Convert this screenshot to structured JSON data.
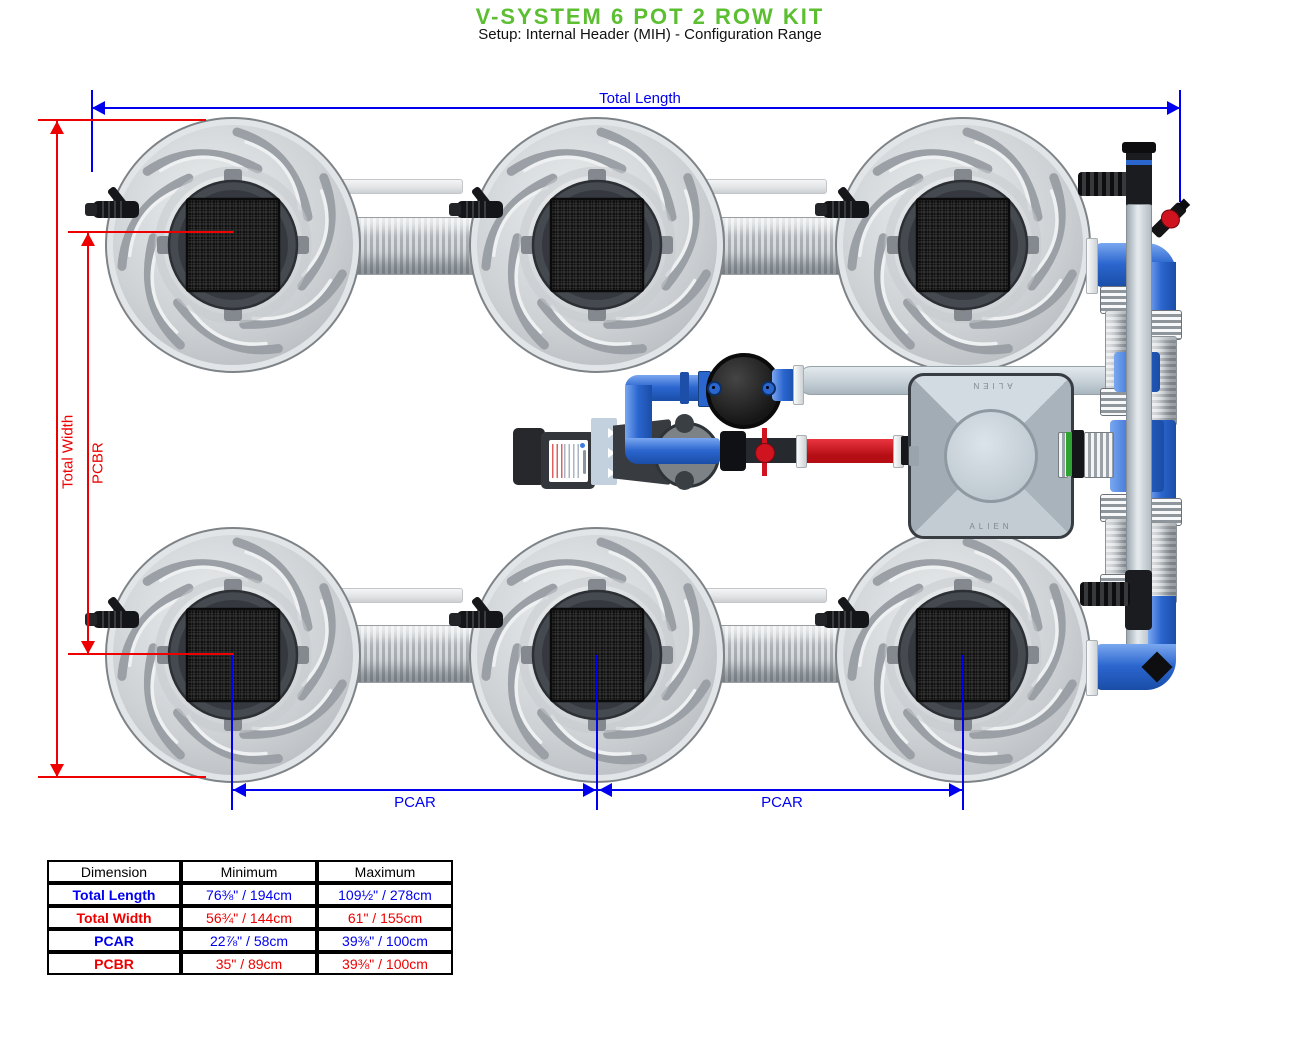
{
  "header": {
    "title": "V-SYSTEM 6 POT 2 ROW KIT",
    "subtitle": "Setup: Internal Header (MIH) - Configuration Range"
  },
  "dimensions": {
    "total_length": "Total Length",
    "total_width": "Total Width",
    "pcbr": "PCBR",
    "pcar": "PCAR"
  },
  "reservoir": {
    "brand": "ALIEN"
  },
  "table": {
    "headers": [
      "Dimension",
      "Minimum",
      "Maximum"
    ],
    "rows": [
      {
        "dimension": "Total Length",
        "minimum": "76⅜\" / 194cm",
        "maximum": "109½\" / 278cm",
        "color": "blue"
      },
      {
        "dimension": "Total Width",
        "minimum": "56¾\" / 144cm",
        "maximum": "61\" / 155cm",
        "color": "red"
      },
      {
        "dimension": "PCAR",
        "minimum": "22⅞\" / 58cm",
        "maximum": "39⅜\" / 100cm",
        "color": "blue"
      },
      {
        "dimension": "PCBR",
        "minimum": "35\" / 89cm",
        "maximum": "39⅜\" / 100cm",
        "color": "red"
      }
    ]
  },
  "colors": {
    "title_green": "#5bbf31",
    "dimension_blue": "#0000ee",
    "dimension_red": "#ee0000",
    "pipe_blue": "#2b66cf",
    "pipe_red": "#cf1420",
    "pot_gray": "#c8ccd0"
  }
}
